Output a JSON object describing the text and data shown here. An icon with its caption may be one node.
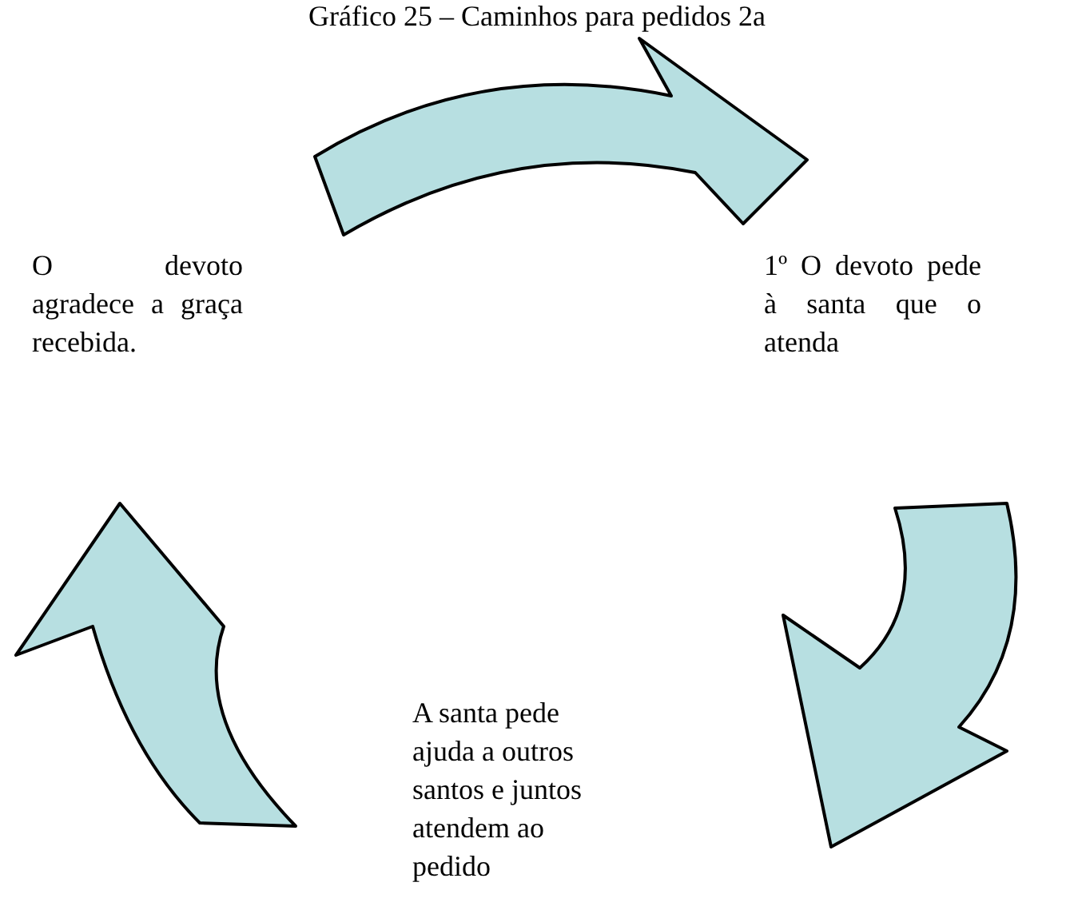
{
  "diagram": {
    "title": "Gráfico 25 – Caminhos para pedidos 2a",
    "nodes": [
      {
        "text": [
          "O devoto agradece a graça recebida."
        ]
      },
      {
        "text": [
          "1º O devoto pede à santa que o atenda"
        ]
      },
      {
        "text": [
          "A santa pede ajuda a outros santos e juntos atendem ao pedido"
        ]
      }
    ],
    "edges": [
      {
        "from": 0,
        "to": 1,
        "arrow": "to",
        "style": "thick"
      },
      {
        "from": 1,
        "to": 2,
        "arrow": "to",
        "style": "thick"
      },
      {
        "from": 2,
        "to": 0,
        "arrow": "to",
        "style": "thick"
      }
    ]
  }
}
